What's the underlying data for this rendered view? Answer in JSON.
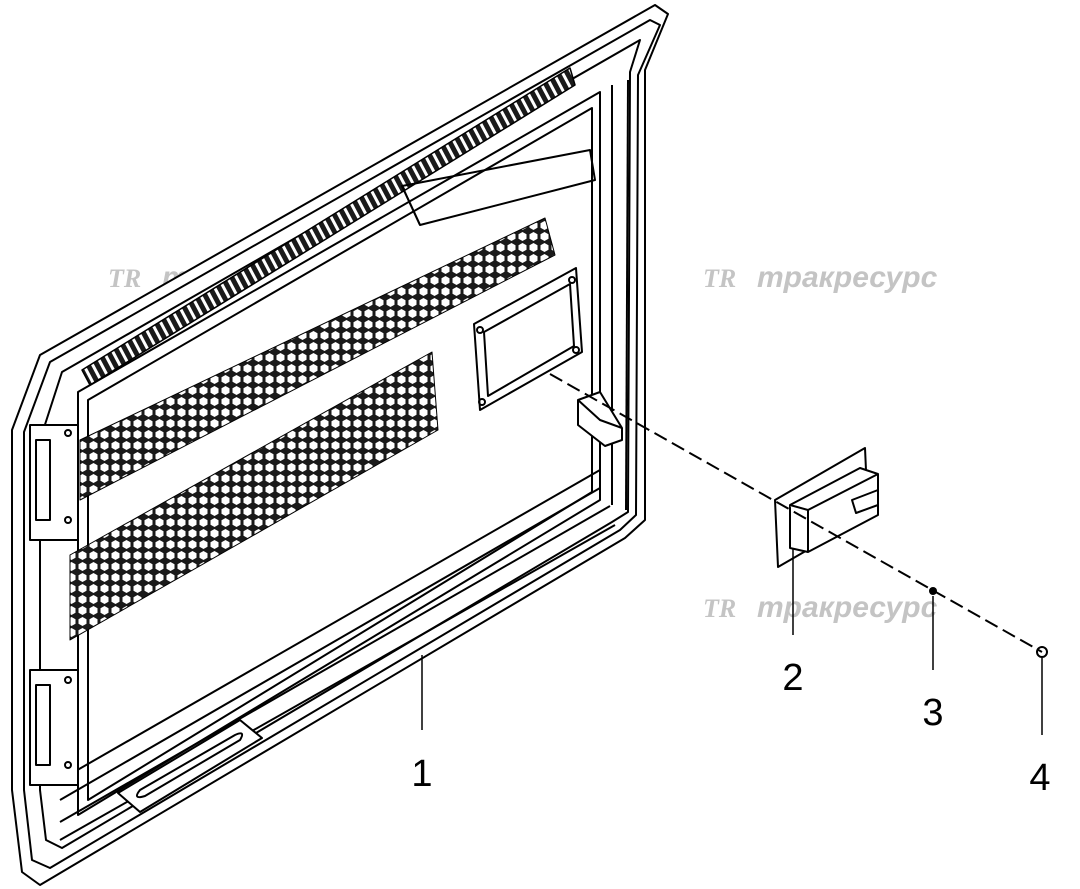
{
  "diagram": {
    "callouts": [
      {
        "id": "1",
        "label": "1"
      },
      {
        "id": "2",
        "label": "2"
      },
      {
        "id": "3",
        "label": "3"
      },
      {
        "id": "4",
        "label": "4"
      }
    ],
    "watermark": {
      "logo": "TR",
      "text": "тракресурс"
    },
    "colors": {
      "line": "#000000",
      "perforation": "#111111",
      "watermark": "#c4c4c4",
      "background": "#ffffff"
    }
  }
}
